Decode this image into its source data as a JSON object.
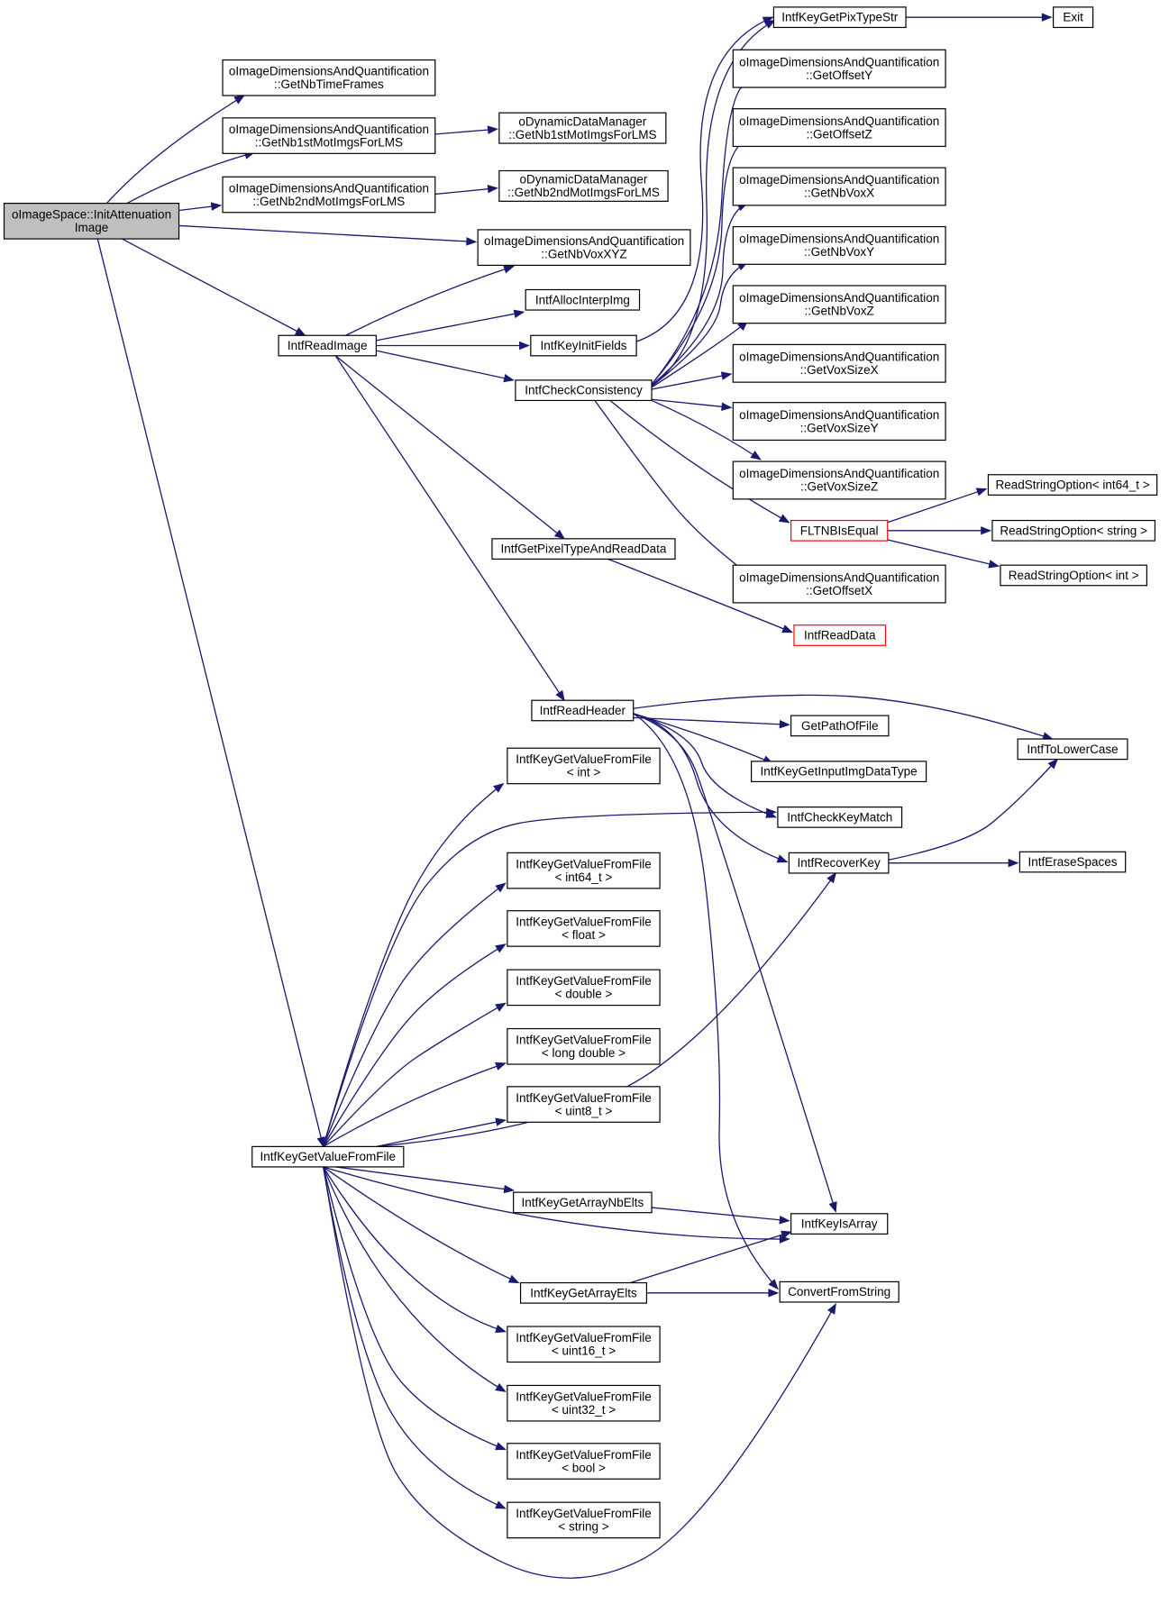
{
  "colors": {
    "edge": "#191970",
    "root_fill": "#bfbfbf",
    "highlight_border": "#ff0000",
    "node_border": "#000000",
    "background": "#ffffff"
  },
  "nodes": [
    {
      "id": "root",
      "lines": [
        "oImageSpace::InitAttenuation",
        "Image"
      ],
      "style": "root"
    },
    {
      "id": "gnbtf",
      "lines": [
        "oImageDimensionsAndQuantification",
        "::GetNbTimeFrames"
      ]
    },
    {
      "id": "gnb1q",
      "lines": [
        "oImageDimensionsAndQuantification",
        "::GetNb1stMotImgsForLMS"
      ]
    },
    {
      "id": "gnb2q",
      "lines": [
        "oImageDimensionsAndQuantification",
        "::GetNb2ndMotImgsForLMS"
      ]
    },
    {
      "id": "dd1",
      "lines": [
        "oDynamicDataManager",
        "::GetNb1stMotImgsForLMS"
      ]
    },
    {
      "id": "dd2",
      "lines": [
        "oDynamicDataManager",
        "::GetNb2ndMotImgsForLMS"
      ]
    },
    {
      "id": "gnbxyz",
      "lines": [
        "oImageDimensionsAndQuantification",
        "::GetNbVoxXYZ"
      ]
    },
    {
      "id": "readimage",
      "lines": [
        "IntfReadImage"
      ]
    },
    {
      "id": "alloc",
      "lines": [
        "IntfAllocInterpImg"
      ]
    },
    {
      "id": "keyinit",
      "lines": [
        "IntfKeyInitFields"
      ]
    },
    {
      "id": "check",
      "lines": [
        "IntfCheckConsistency"
      ]
    },
    {
      "id": "pixtype",
      "lines": [
        "IntfKeyGetPixTypeStr"
      ]
    },
    {
      "id": "exit",
      "lines": [
        "Exit"
      ]
    },
    {
      "id": "goy",
      "lines": [
        "oImageDimensionsAndQuantification",
        "::GetOffsetY"
      ]
    },
    {
      "id": "goz",
      "lines": [
        "oImageDimensionsAndQuantification",
        "::GetOffsetZ"
      ]
    },
    {
      "id": "gnvx",
      "lines": [
        "oImageDimensionsAndQuantification",
        "::GetNbVoxX"
      ]
    },
    {
      "id": "gnvy",
      "lines": [
        "oImageDimensionsAndQuantification",
        "::GetNbVoxY"
      ]
    },
    {
      "id": "gnvz",
      "lines": [
        "oImageDimensionsAndQuantification",
        "::GetNbVoxZ"
      ]
    },
    {
      "id": "gvsx",
      "lines": [
        "oImageDimensionsAndQuantification",
        "::GetVoxSizeX"
      ]
    },
    {
      "id": "gvsy",
      "lines": [
        "oImageDimensionsAndQuantification",
        "::GetVoxSizeY"
      ]
    },
    {
      "id": "gvsz",
      "lines": [
        "oImageDimensionsAndQuantification",
        "::GetVoxSizeZ"
      ]
    },
    {
      "id": "flt",
      "lines": [
        "FLTNBIsEqual"
      ],
      "style": "red"
    },
    {
      "id": "rso64",
      "lines": [
        "ReadStringOption< int64_t >"
      ]
    },
    {
      "id": "rsostr",
      "lines": [
        "ReadStringOption< string >"
      ]
    },
    {
      "id": "rsoint",
      "lines": [
        "ReadStringOption< int >"
      ]
    },
    {
      "id": "gox",
      "lines": [
        "oImageDimensionsAndQuantification",
        "::GetOffsetX"
      ]
    },
    {
      "id": "getpix",
      "lines": [
        "IntfGetPixelTypeAndReadData"
      ]
    },
    {
      "id": "readdata",
      "lines": [
        "IntfReadData"
      ],
      "style": "red"
    },
    {
      "id": "readheader",
      "lines": [
        "IntfReadHeader"
      ]
    },
    {
      "id": "getpath",
      "lines": [
        "GetPathOfFile"
      ]
    },
    {
      "id": "tolower",
      "lines": [
        "IntfToLowerCase"
      ]
    },
    {
      "id": "inputtype",
      "lines": [
        "IntfKeyGetInputImgDataType"
      ]
    },
    {
      "id": "keymatch",
      "lines": [
        "IntfCheckKeyMatch"
      ]
    },
    {
      "id": "recoverkey",
      "lines": [
        "IntfRecoverKey"
      ]
    },
    {
      "id": "erase",
      "lines": [
        "IntfEraseSpaces"
      ]
    },
    {
      "id": "kv_int",
      "lines": [
        "IntfKeyGetValueFromFile",
        "< int >"
      ]
    },
    {
      "id": "kv_i64",
      "lines": [
        "IntfKeyGetValueFromFile",
        "< int64_t >"
      ]
    },
    {
      "id": "kv_flt",
      "lines": [
        "IntfKeyGetValueFromFile",
        "< float >"
      ]
    },
    {
      "id": "kv_dbl",
      "lines": [
        "IntfKeyGetValueFromFile",
        "< double >"
      ]
    },
    {
      "id": "kv_ldbl",
      "lines": [
        "IntfKeyGetValueFromFile",
        "< long double >"
      ]
    },
    {
      "id": "kv_u8",
      "lines": [
        "IntfKeyGetValueFromFile",
        "< uint8_t >"
      ]
    },
    {
      "id": "kvfile",
      "lines": [
        "IntfKeyGetValueFromFile"
      ]
    },
    {
      "id": "arrnb",
      "lines": [
        "IntfKeyGetArrayNbElts"
      ]
    },
    {
      "id": "isarray",
      "lines": [
        "IntfKeyIsArray"
      ]
    },
    {
      "id": "arrelts",
      "lines": [
        "IntfKeyGetArrayElts"
      ]
    },
    {
      "id": "convert",
      "lines": [
        "ConvertFromString"
      ]
    },
    {
      "id": "kv_u16",
      "lines": [
        "IntfKeyGetValueFromFile",
        "< uint16_t >"
      ]
    },
    {
      "id": "kv_u32",
      "lines": [
        "IntfKeyGetValueFromFile",
        "< uint32_t >"
      ]
    },
    {
      "id": "kv_bool",
      "lines": [
        "IntfKeyGetValueFromFile",
        "< bool >"
      ]
    },
    {
      "id": "kv_str",
      "lines": [
        "IntfKeyGetValueFromFile",
        "< string >"
      ]
    }
  ],
  "edges": [
    [
      "root",
      "gnbtf"
    ],
    [
      "root",
      "gnb1q"
    ],
    [
      "root",
      "gnb2q"
    ],
    [
      "root",
      "gnbxyz"
    ],
    [
      "root",
      "readimage"
    ],
    [
      "root",
      "kvfile"
    ],
    [
      "gnb1q",
      "dd1"
    ],
    [
      "gnb2q",
      "dd2"
    ],
    [
      "readimage",
      "gnbxyz"
    ],
    [
      "readimage",
      "alloc"
    ],
    [
      "readimage",
      "keyinit"
    ],
    [
      "readimage",
      "check"
    ],
    [
      "readimage",
      "getpix"
    ],
    [
      "readimage",
      "readheader"
    ],
    [
      "keyinit",
      "pixtype"
    ],
    [
      "pixtype",
      "exit"
    ],
    [
      "check",
      "pixtype"
    ],
    [
      "check",
      "goy"
    ],
    [
      "check",
      "goz"
    ],
    [
      "check",
      "gnvx"
    ],
    [
      "check",
      "gnvy"
    ],
    [
      "check",
      "gnvz"
    ],
    [
      "check",
      "gvsx"
    ],
    [
      "check",
      "gvsy"
    ],
    [
      "check",
      "gvsz"
    ],
    [
      "check",
      "flt"
    ],
    [
      "check",
      "gox"
    ],
    [
      "flt",
      "rso64"
    ],
    [
      "flt",
      "rsostr"
    ],
    [
      "flt",
      "rsoint"
    ],
    [
      "getpix",
      "readdata"
    ],
    [
      "readheader",
      "getpath"
    ],
    [
      "readheader",
      "tolower"
    ],
    [
      "readheader",
      "inputtype"
    ],
    [
      "readheader",
      "keymatch"
    ],
    [
      "readheader",
      "recoverkey"
    ],
    [
      "readheader",
      "isarray"
    ],
    [
      "readheader",
      "convert"
    ],
    [
      "recoverkey",
      "tolower"
    ],
    [
      "recoverkey",
      "erase"
    ],
    [
      "kvfile",
      "kv_int"
    ],
    [
      "kvfile",
      "keymatch"
    ],
    [
      "kvfile",
      "kv_i64"
    ],
    [
      "kvfile",
      "kv_flt"
    ],
    [
      "kvfile",
      "kv_dbl"
    ],
    [
      "kvfile",
      "kv_ldbl"
    ],
    [
      "kvfile",
      "kv_u8"
    ],
    [
      "kvfile",
      "recoverkey"
    ],
    [
      "kvfile",
      "arrnb"
    ],
    [
      "kvfile",
      "isarray"
    ],
    [
      "kvfile",
      "arrelts"
    ],
    [
      "kvfile",
      "kv_u16"
    ],
    [
      "kvfile",
      "kv_u32"
    ],
    [
      "kvfile",
      "kv_bool"
    ],
    [
      "kvfile",
      "kv_str"
    ],
    [
      "kvfile",
      "convert"
    ],
    [
      "arrnb",
      "isarray"
    ],
    [
      "arrelts",
      "isarray"
    ],
    [
      "arrelts",
      "convert"
    ]
  ]
}
